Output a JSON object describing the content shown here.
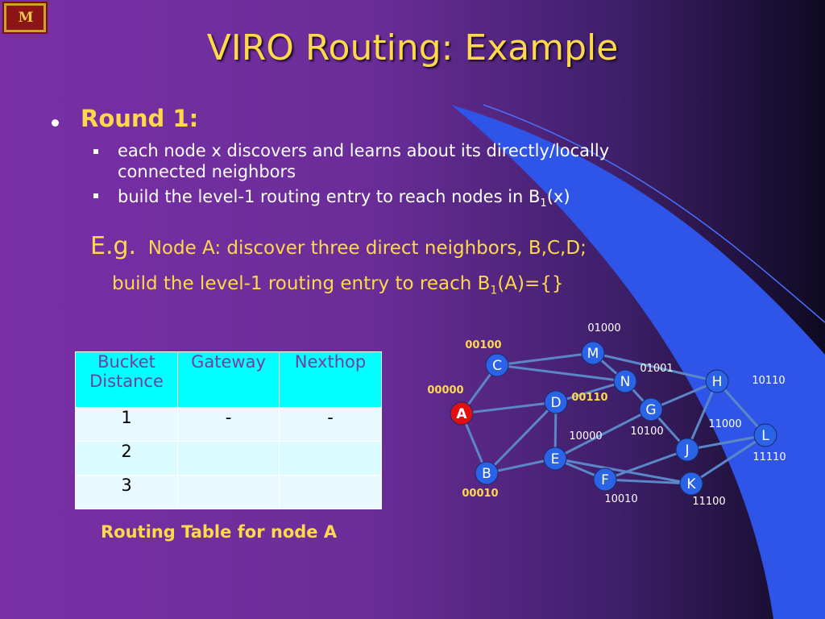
{
  "logo": {
    "text": "M"
  },
  "title": "VIRO Routing:  Example",
  "round": {
    "label": "Round 1:"
  },
  "bullets": [
    {
      "line1": "each node x discovers and learns about its directly/locally",
      "line2": "connected neighbors"
    },
    {
      "text": "build the level-1 routing entry to reach nodes in B",
      "sub": "1",
      "suffix": "(x)"
    }
  ],
  "example": {
    "eg": "E.g.",
    "line1": "Node A:  discover three direct neighbors, B,C,D;",
    "line2": "build the level-1 routing entry to reach B",
    "line2_sub": "1",
    "line2_suffix": "(A)={}"
  },
  "table": {
    "headers": [
      "Bucket Distance",
      "Gateway",
      "Nexthop"
    ],
    "header_line1": "Bucket",
    "header_line2": "Distance",
    "rows": [
      [
        "1",
        "-",
        "-"
      ],
      [
        "2",
        "",
        ""
      ],
      [
        "3",
        "",
        ""
      ]
    ],
    "caption": "Routing Table for node A"
  },
  "graph": {
    "nodes": [
      {
        "id": "A",
        "label": "A",
        "addr": "00000",
        "highlight": true
      },
      {
        "id": "B",
        "label": "B",
        "addr": "00010"
      },
      {
        "id": "C",
        "label": "C",
        "addr": "00100"
      },
      {
        "id": "D",
        "label": "D",
        "addr": "00110"
      },
      {
        "id": "E",
        "label": "E",
        "addr": "10000"
      },
      {
        "id": "F",
        "label": "F",
        "addr": "10010"
      },
      {
        "id": "G",
        "label": "G",
        "addr": "10100"
      },
      {
        "id": "H",
        "label": "H",
        "addr": "10110"
      },
      {
        "id": "J",
        "label": "J",
        "addr": "11000"
      },
      {
        "id": "K",
        "label": "K",
        "addr": "11100"
      },
      {
        "id": "L",
        "label": "L",
        "addr": "11110"
      },
      {
        "id": "M",
        "label": "M",
        "addr": "01000"
      },
      {
        "id": "N",
        "label": "N",
        "addr": "01001"
      }
    ],
    "edges": [
      [
        "A",
        "C"
      ],
      [
        "A",
        "D"
      ],
      [
        "A",
        "B"
      ],
      [
        "C",
        "M"
      ],
      [
        "C",
        "N"
      ],
      [
        "M",
        "N"
      ],
      [
        "M",
        "H"
      ],
      [
        "D",
        "N"
      ],
      [
        "D",
        "B"
      ],
      [
        "D",
        "E"
      ],
      [
        "B",
        "E"
      ],
      [
        "E",
        "G"
      ],
      [
        "E",
        "F"
      ],
      [
        "E",
        "K"
      ],
      [
        "F",
        "J"
      ],
      [
        "F",
        "K"
      ],
      [
        "G",
        "H"
      ],
      [
        "G",
        "J"
      ],
      [
        "H",
        "J"
      ],
      [
        "H",
        "L"
      ],
      [
        "J",
        "L"
      ],
      [
        "K",
        "L"
      ],
      [
        "N",
        "G"
      ]
    ],
    "colors": {
      "node": "#2a63e6",
      "highlight": "#e01010",
      "edge": "#5b86c8",
      "addr_yellow": "#ffd94a",
      "addr_white": "#ffffff"
    }
  }
}
